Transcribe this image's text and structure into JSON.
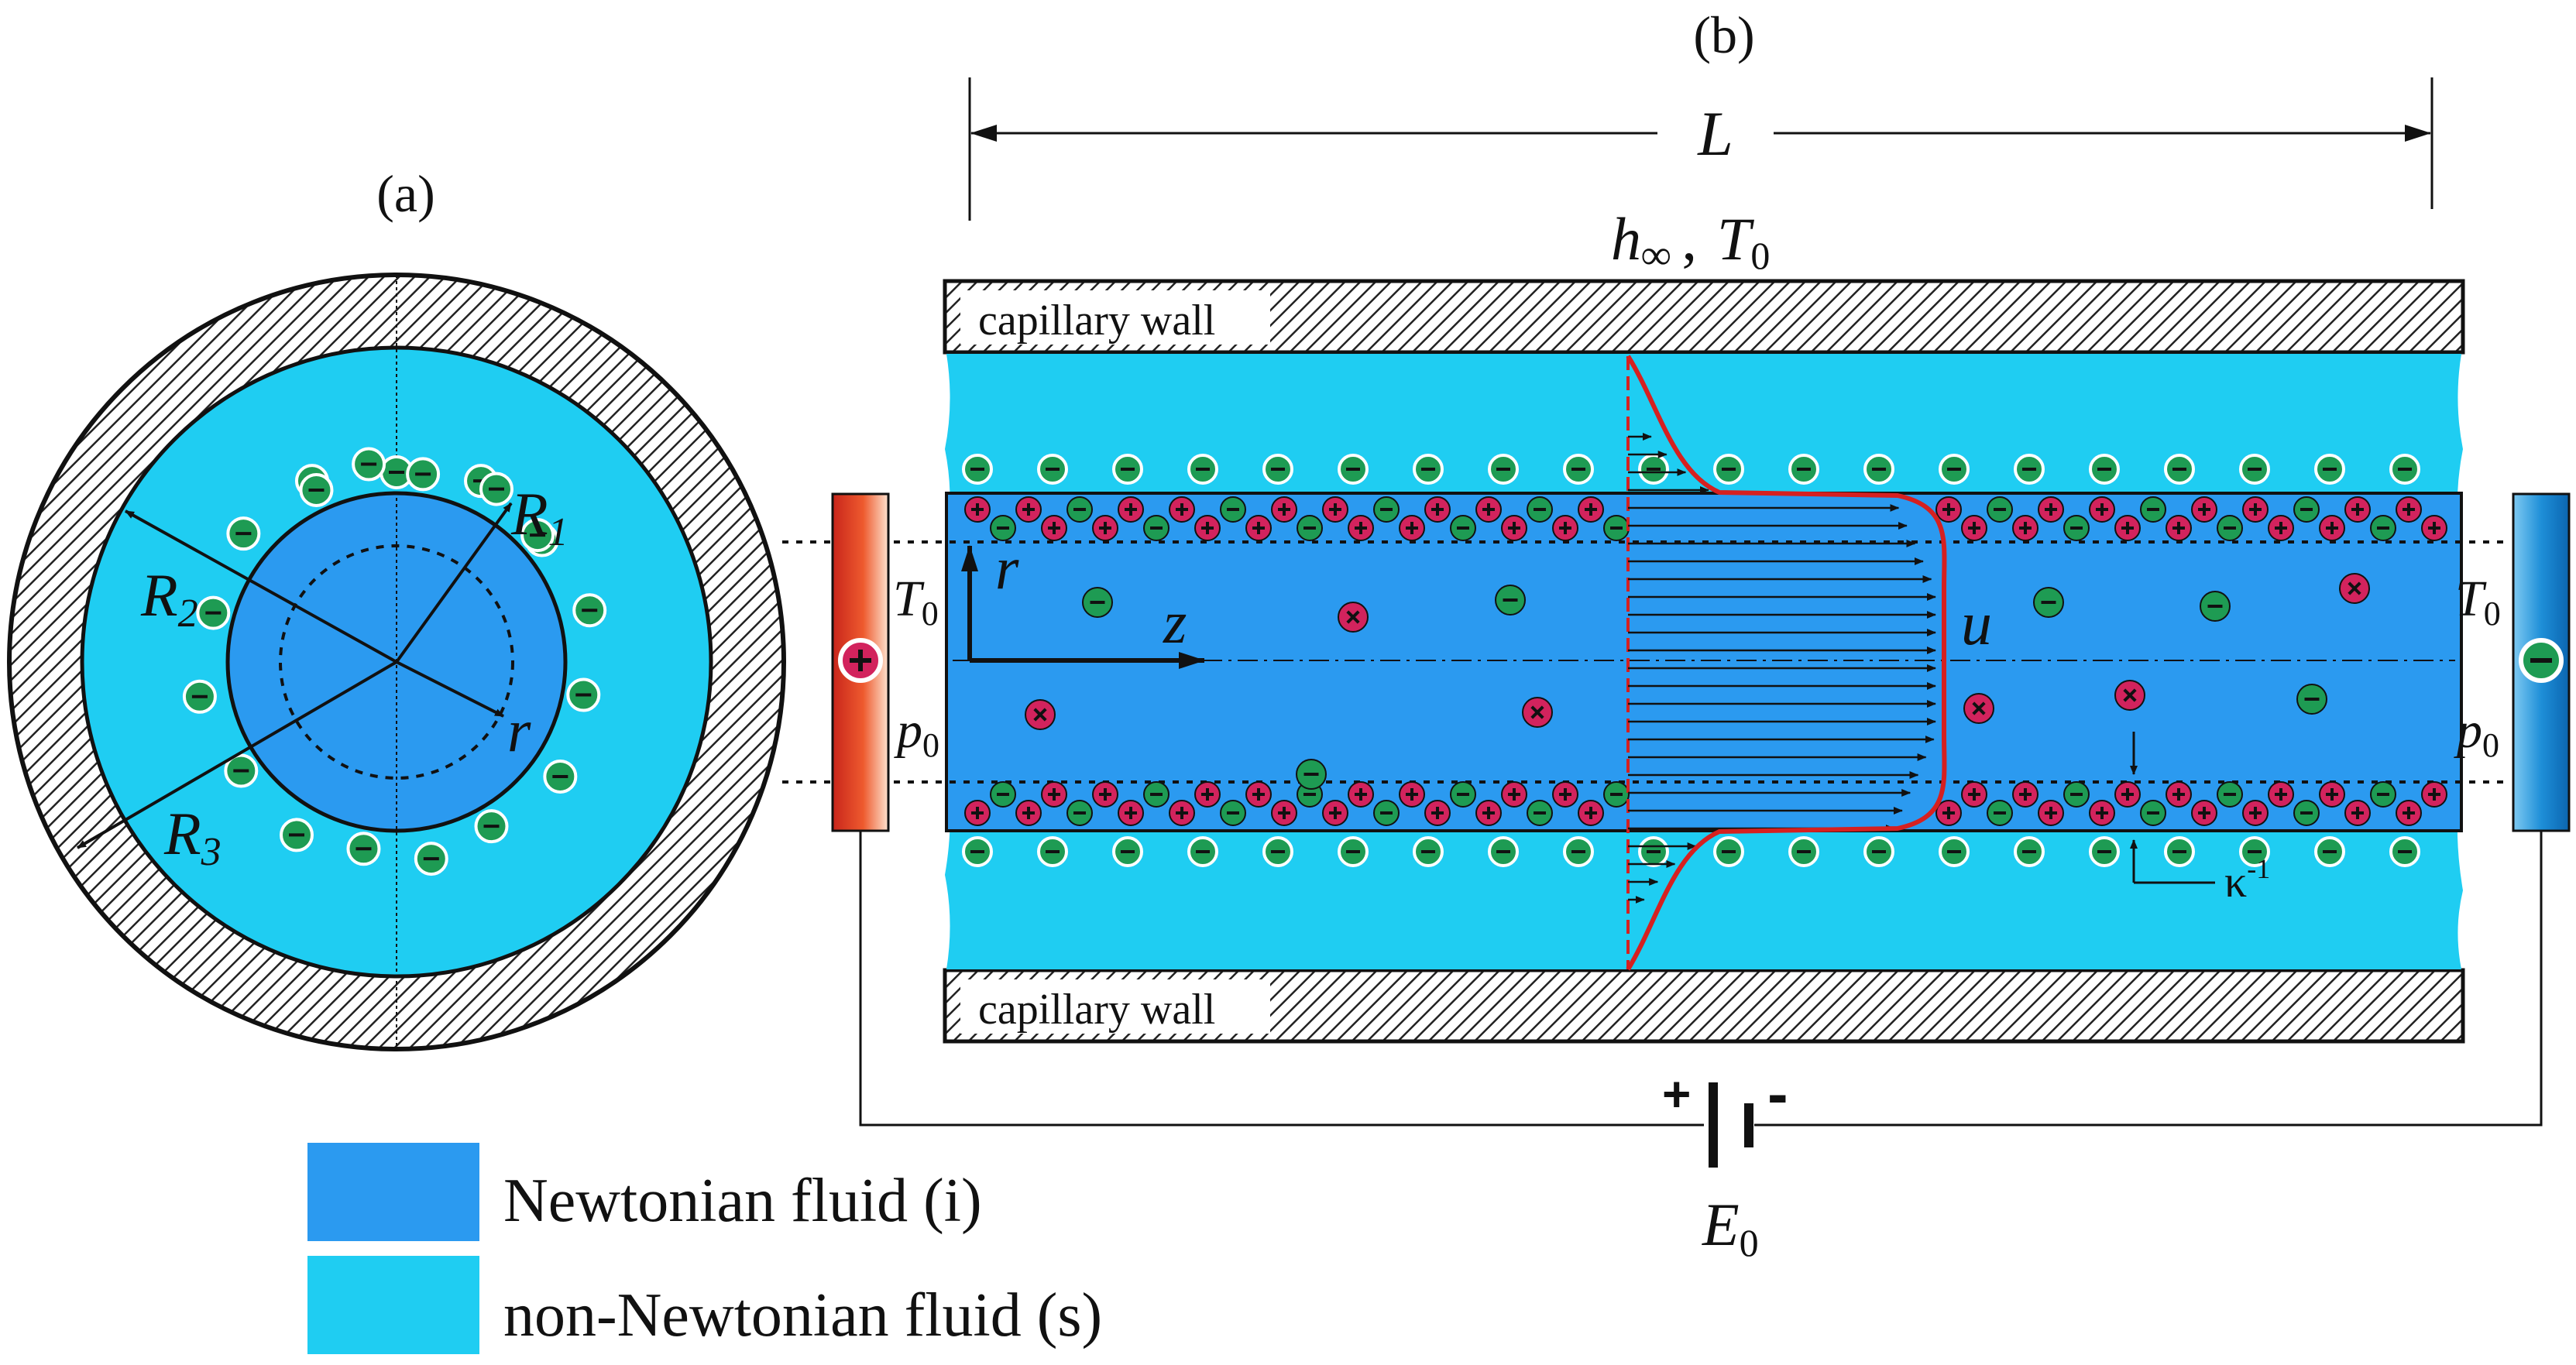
{
  "colors": {
    "newtonian": "#2b9af0",
    "non_newtonian": "#1fcdf2",
    "wall_hatch": "#222222",
    "positive_ion": "#d2235d",
    "negative_ion": "#1e9b53",
    "velocity_profile": "#d62020",
    "electrode_left": "#e8402c",
    "electrode_right": "#1e8fd8"
  },
  "panel_a": {
    "label": "(a)",
    "R1": "R",
    "R1_sub": "1",
    "R2": "R",
    "R2_sub": "2",
    "R3": "R",
    "R3_sub": "3",
    "r": "r"
  },
  "panel_b": {
    "label": "(b)",
    "L": "L",
    "h_inf": "h",
    "h_inf_sub": "∞",
    "comma": ",",
    "T0_top": "T",
    "T0_top_sub": "0",
    "wall_top": "capillary wall",
    "wall_bottom": "capillary wall",
    "r": "r",
    "z": "z",
    "u": "u",
    "T0_left": "T",
    "T0_left_sub": "0",
    "p0_left": "p",
    "p0_left_sub": "0",
    "T0_right": "T",
    "T0_right_sub": "0",
    "p0_right": "p",
    "p0_right_sub": "0",
    "kappa": "κ",
    "kappa_sup": "-1",
    "battery_plus": "+",
    "battery_minus": "-",
    "E0": "E",
    "E0_sub": "0"
  },
  "legend": {
    "newtonian": "Newtonian fluid (i)",
    "non_newtonian": "non-Newtonian fluid (s)"
  },
  "icons": {
    "positive_ion": "plus-ion-icon",
    "negative_ion": "minus-ion-icon"
  }
}
